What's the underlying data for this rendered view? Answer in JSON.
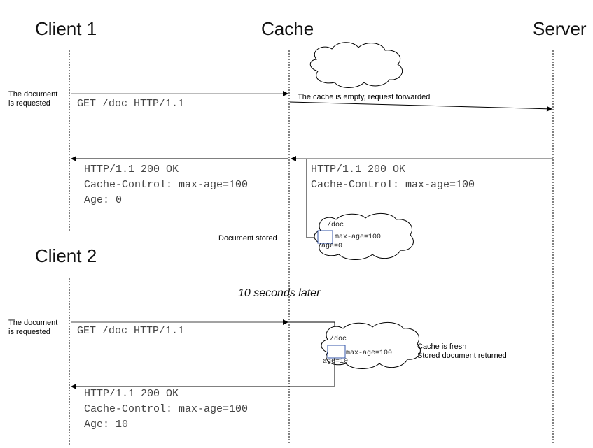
{
  "actors": {
    "client1": "Client 1",
    "cache": "Cache",
    "server": "Server",
    "client2": "Client 2"
  },
  "step1": {
    "note_line1": "The document",
    "note_line2": "is requested",
    "request": "GET /doc HTTP/1.1",
    "forward_note": "The cache is empty, request forwarded"
  },
  "step2": {
    "server_response_line1": "HTTP/1.1 200 OK",
    "server_response_line2": "Cache-Control: max-age=100",
    "client_response_line1": "HTTP/1.1 200 OK",
    "client_response_line2": "Cache-Control: max-age=100",
    "client_response_line3": "Age: 0",
    "stored_note": "Document stored",
    "cloud_doc": "/doc",
    "cloud_maxage": "max-age=100",
    "cloud_age": "age=0"
  },
  "later": "10 seconds later",
  "step3": {
    "note_line1": "The document",
    "note_line2": "is requested",
    "request": "GET /doc HTTP/1.1",
    "cloud_doc": "/doc",
    "cloud_maxage": "max-age=100",
    "cloud_age": "age=10",
    "fresh_line1": "Cache is fresh",
    "fresh_line2": "Stored document returned",
    "response_line1": "HTTP/1.1 200 OK",
    "response_line2": "Cache-Control: max-age=100",
    "response_line3": "Age: 10"
  }
}
